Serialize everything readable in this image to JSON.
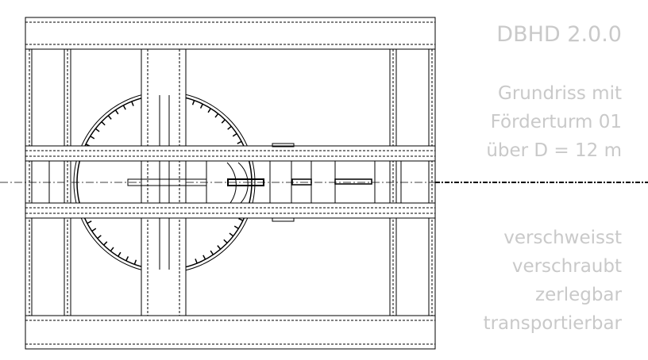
{
  "title": "DBHD 2.0.0",
  "description_lines": [
    "Grundriss mit",
    "Förderturm 01",
    "über D = 12 m"
  ],
  "features": [
    "verschweisst",
    "verschraubt",
    "zerlegbar",
    "transportierbar"
  ],
  "colors": {
    "line": "#000000",
    "text": "#c9c9c9"
  }
}
